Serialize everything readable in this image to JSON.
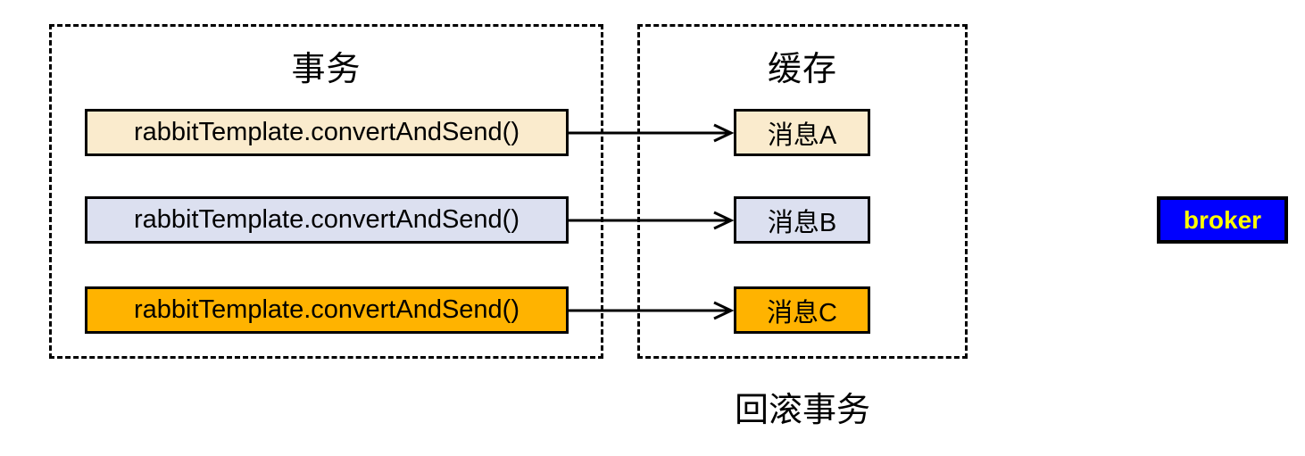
{
  "diagram": {
    "caption": "回滚事务",
    "groups": [
      {
        "id": "transaction",
        "title": "事务"
      },
      {
        "id": "cache",
        "title": "缓存"
      }
    ],
    "rows": [
      {
        "send_label": "rabbitTemplate.convertAndSend()",
        "message_label": "消息A",
        "fill": "#faebcd",
        "arrow": "arrow-row-1"
      },
      {
        "send_label": "rabbitTemplate.convertAndSend()",
        "message_label": "消息B",
        "fill": "#dce0f0",
        "arrow": "arrow-row-2"
      },
      {
        "send_label": "rabbitTemplate.convertAndSend()",
        "message_label": "消息C",
        "fill": "#ffb300",
        "arrow": "arrow-row-3"
      }
    ],
    "broker": {
      "label": "broker",
      "fill": "#0000ff",
      "text_color": "#ffff00"
    },
    "colors": {
      "stroke": "#000000",
      "background": "#ffffff",
      "cream": "#faebcd",
      "lavender": "#dce0f0",
      "orange": "#ffb300",
      "broker_blue": "#0000ff",
      "broker_yellow": "#ffff00"
    }
  }
}
